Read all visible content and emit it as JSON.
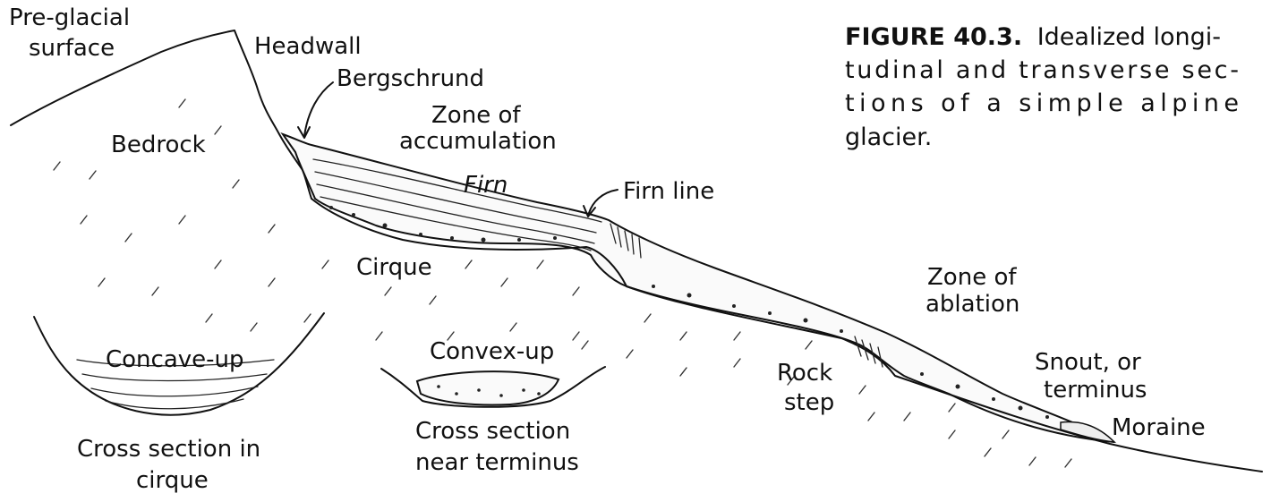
{
  "caption": {
    "figure_label": "FIGURE 40.3.",
    "lines": [
      "Idealized longi-",
      "tudinal and transverse sec-",
      "tions of a simple alpine",
      "glacier."
    ]
  },
  "labels": {
    "preglacial_1": "Pre-glacial",
    "preglacial_2": "surface",
    "headwall": "Headwall",
    "bergschrund": "Bergschrund",
    "zone_accumulation_1": "Zone of",
    "zone_accumulation_2": "accumulation",
    "bedrock": "Bedrock",
    "firn": "Firn",
    "firn_line": "Firn line",
    "cirque": "Cirque",
    "zone_ablation_1": "Zone of",
    "zone_ablation_2": "ablation",
    "concave_up": "Concave-up",
    "convex_up": "Convex-up",
    "rock_step_1": "Rock",
    "rock_step_2": "step",
    "snout_1": "Snout, or",
    "snout_2": "terminus",
    "moraine": "Moraine",
    "cs_cirque_1": "Cross section in",
    "cs_cirque_2": "cirque",
    "cs_terminus_1": "Cross section",
    "cs_terminus_2": "near terminus"
  }
}
